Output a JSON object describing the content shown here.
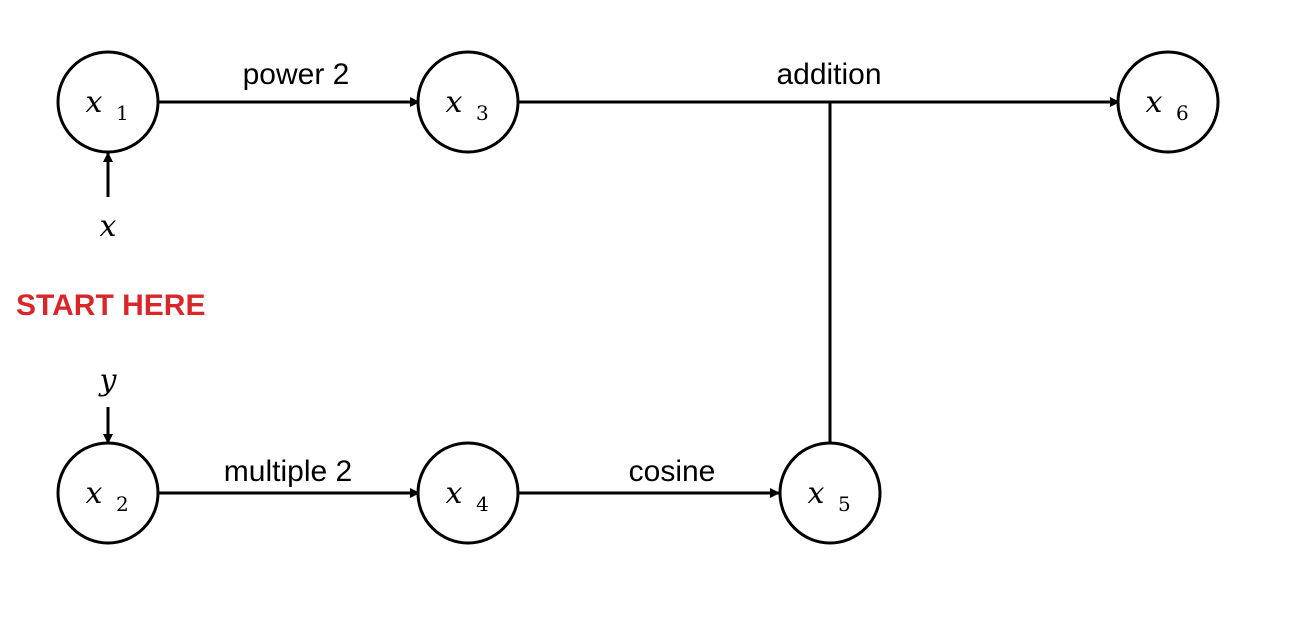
{
  "start_label": "START HERE",
  "start_color": "#d9262a",
  "nodes": {
    "x1": {
      "var": "x",
      "sub": "1"
    },
    "x2": {
      "var": "x",
      "sub": "2"
    },
    "x3": {
      "var": "x",
      "sub": "3"
    },
    "x4": {
      "var": "x",
      "sub": "4"
    },
    "x5": {
      "var": "x",
      "sub": "5"
    },
    "x6": {
      "var": "x",
      "sub": "6"
    }
  },
  "inputs": {
    "x": "x",
    "y": "y"
  },
  "edges": {
    "power2": "power 2",
    "addition": "addition",
    "multiple2": "multiple 2",
    "cosine": "cosine"
  }
}
